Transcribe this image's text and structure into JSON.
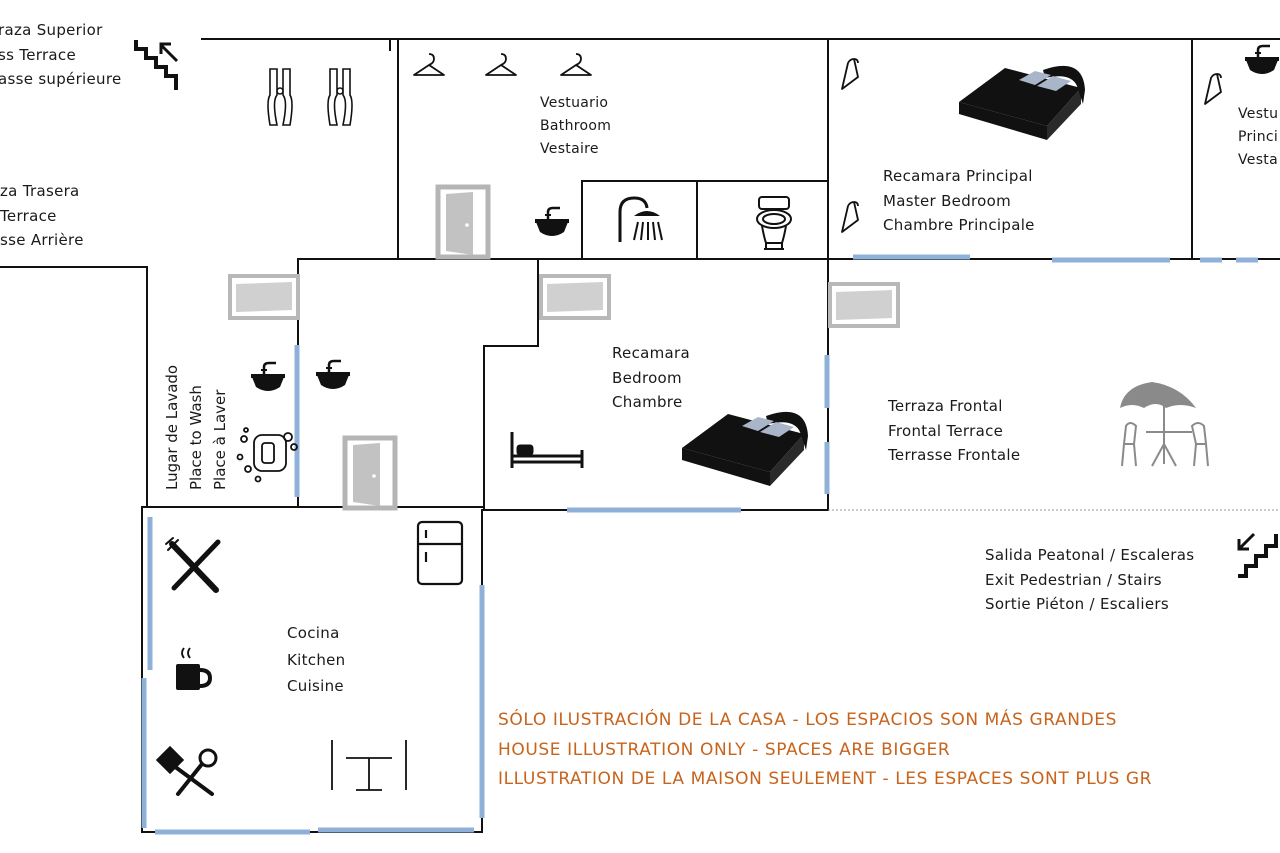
{
  "rooms": {
    "upper_terrace": [
      "raza Superior",
      "ss Terrace",
      "asse supérieure"
    ],
    "rear_terrace": [
      "za Trasera",
      " Terrace",
      "sse Arrière"
    ],
    "dressing": [
      "Vestuario",
      "Bathroom",
      "Vestaire"
    ],
    "master_bedroom": [
      "Recamara Principal",
      "Master Bedroom",
      "Chambre Principale"
    ],
    "master_dressing": [
      "Vestu",
      "Princi",
      "Vesta"
    ],
    "bedroom": [
      "Recamara",
      "Bedroom",
      "Chambre"
    ],
    "front_terrace": [
      "Terraza Frontal",
      "Frontal Terrace",
      "Terrasse Frontale"
    ],
    "wash_place": [
      "Lugar de Lavado",
      "Place to Wash",
      "Place à Laver"
    ],
    "exit": [
      "Salida Peatonal / Escaleras",
      "Exit Pedestrian / Stairs",
      "Sortie Piéton / Escaliers"
    ],
    "kitchen": [
      "Cocina",
      "Kitchen",
      "Cuisine"
    ]
  },
  "notice": [
    "SÓLO ILUSTRACIÓN DE LA CASA - LOS ESPACIOS SON MÁS GRANDES",
    "HOUSE ILLUSTRATION ONLY - SPACES ARE BIGGER",
    "ILLUSTRATION DE LA MAISON SEULEMENT - LES ESPACES SONT PLUS GR"
  ],
  "colors": {
    "wall": "#111111",
    "window": "#8fb0d8",
    "door": "#b5b5b5",
    "notice": "#c8631c",
    "umbrella": "#8a8a8a"
  },
  "icons": [
    "stairs-up-icon",
    "clothespin-icon",
    "hanger-icon",
    "door-icon",
    "sink-icon",
    "shower-icon",
    "toilet-icon",
    "bed-icon",
    "single-bed-icon",
    "laundry-icon",
    "fork-knife-icon",
    "mug-icon",
    "spatula-icon",
    "fridge-icon",
    "dining-table-icon",
    "patio-table-icon",
    "stairs-down-icon"
  ]
}
